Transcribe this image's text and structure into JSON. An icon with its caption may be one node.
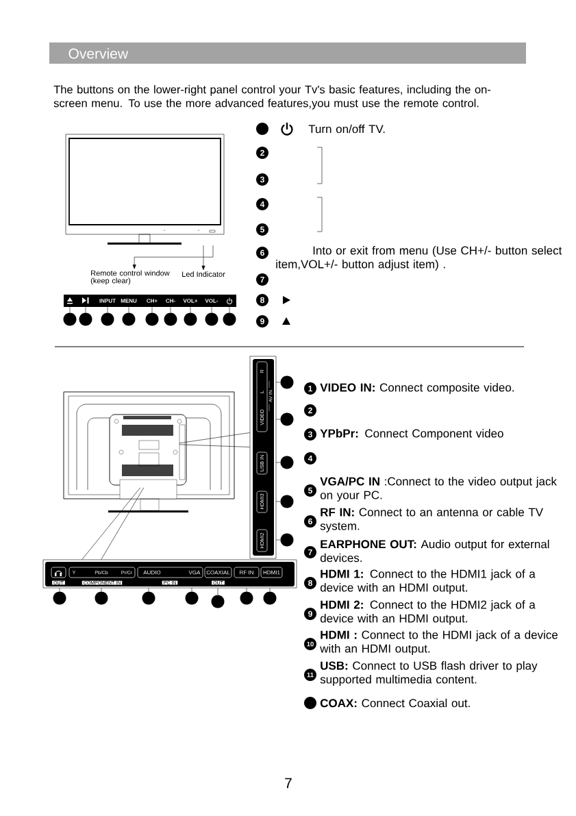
{
  "diagram": {
    "title": "Overview",
    "nodes": [
      {
        "text": [],
        "shape": "picture"
      },
      {
        "text": [
          "Remote control window (keep clear)"
        ]
      },
      {
        "text": [
          "Led Indicator"
        ]
      },
      {
        "text": [
          "INPUT",
          "MENU",
          "CH+",
          "CH-",
          "VOL+",
          "VOL-"
        ]
      },
      {
        "text": [],
        "shape": "circle"
      },
      {
        "text": [],
        "shape": "circle"
      },
      {
        "text": [],
        "shape": "circle"
      },
      {
        "text": [],
        "shape": "circle"
      },
      {
        "text": [],
        "shape": "circle"
      },
      {
        "text": [],
        "shape": "circle"
      },
      {
        "text": [],
        "shape": "circle"
      },
      {
        "text": [],
        "shape": "circle"
      },
      {
        "text": [],
        "shape": "circle"
      },
      {
        "text": [],
        "shape": "picture"
      },
      {
        "text": [
          "R",
          "L",
          "AV IN",
          "VIDEO",
          "USB IN",
          "HDMI3",
          "HDMI2"
        ]
      },
      {
        "text": [],
        "shape": "circle"
      },
      {
        "text": [],
        "shape": "circle"
      },
      {
        "text": [],
        "shape": "circle"
      },
      {
        "text": [],
        "shape": "circle"
      },
      {
        "text": [],
        "shape": "circle"
      },
      {
        "text": [
          "OUT",
          "Y",
          "Pb/Cb",
          "Pr/Cr",
          "COMPONENT IN",
          "AUDIO",
          "VGA",
          "PC IN",
          "COAXIAL",
          "OUT",
          "RF IN",
          "HDMI1"
        ]
      },
      {
        "text": [],
        "shape": "circle"
      },
      {
        "text": [],
        "shape": "circle"
      },
      {
        "text": [],
        "shape": "circle"
      },
      {
        "text": [],
        "shape": "circle"
      },
      {
        "text": [],
        "shape": "circle"
      },
      {
        "text": [],
        "shape": "circle"
      },
      {
        "text": [],
        "shape": "circle"
      },
      {
        "text": [],
        "shape": "circle",
        "beside": [
          "Turn on/off TV."
        ]
      },
      {
        "text": [
          "2"
        ]
      },
      {
        "text": [
          "3"
        ]
      },
      {
        "text": [
          "4"
        ]
      },
      {
        "text": [
          "5"
        ]
      },
      {
        "text": [
          "6"
        ],
        "beside": [
          "Into or exit from menu (Use CH+/- button select item,VOL+/- button adjust item) ."
        ]
      },
      {
        "text": [
          "7"
        ]
      },
      {
        "text": [
          "8"
        ]
      },
      {
        "text": [
          "9"
        ]
      },
      {
        "text": [
          "1"
        ],
        "beside": [
          "**VIDEO IN:** Connect composite video."
        ]
      },
      {
        "text": [
          "2"
        ]
      },
      {
        "text": [
          "3"
        ],
        "beside": [
          "**YPbPr:** Connect Component video"
        ]
      },
      {
        "text": [
          "4"
        ]
      },
      {
        "text": [
          "5"
        ],
        "beside": [
          "**VGA/PC IN** :Connect to the video output jack on your PC."
        ]
      },
      {
        "text": [
          "6"
        ],
        "beside": [
          "**RF IN:** Connect to an antenna or cable TV system."
        ]
      },
      {
        "text": [
          "7"
        ],
        "beside": [
          "**EARPHONE OUT:** Audio output for external devices."
        ]
      },
      {
        "text": [
          "8"
        ],
        "beside": [
          "**HDMI 1:** Connect to the HDMI1 jack of a device with an HDMI output."
        ]
      },
      {
        "text": [
          "9"
        ],
        "beside": [
          "**HDMI 2:** Connect to the HDMI2 jack of a device with an HDMI output."
        ]
      },
      {
        "text": [
          "10"
        ],
        "beside": [
          "**HDMI :** Connect to the HDMI jack of a device with an HDMI output."
        ]
      },
      {
        "text": [
          "11"
        ],
        "beside": [
          "**USB:** Connect to USB flash driver to play supported multimedia content."
        ]
      },
      {
        "text": [],
        "shape": "circle",
        "beside": [
          "**COAX:** Connect Coaxial out."
        ]
      }
    ],
    "edges": [
      {
        "from": 0,
        "to": 1,
        "arrow": "to"
      },
      {
        "from": 0,
        "to": 2,
        "arrow": "to"
      },
      {
        "from": 4,
        "to": 3,
        "arrow": "none"
      },
      {
        "from": 5,
        "to": 3,
        "arrow": "none"
      },
      {
        "from": 6,
        "to": 3,
        "arrow": "none"
      },
      {
        "from": 7,
        "to": 3,
        "arrow": "none"
      },
      {
        "from": 8,
        "to": 3,
        "arrow": "none"
      },
      {
        "from": 9,
        "to": 3,
        "arrow": "none"
      },
      {
        "from": 10,
        "to": 3,
        "arrow": "none"
      },
      {
        "from": 11,
        "to": 3,
        "arrow": "none"
      },
      {
        "from": 12,
        "to": 3,
        "arrow": "none"
      },
      {
        "from": 13,
        "to": 14,
        "arrow": "none"
      },
      {
        "from": 13,
        "to": 14,
        "arrow": "none"
      },
      {
        "from": 13,
        "to": 20,
        "arrow": "none"
      },
      {
        "from": 13,
        "to": 20,
        "arrow": "none"
      },
      {
        "from": 15,
        "to": 14,
        "arrow": "none"
      },
      {
        "from": 16,
        "to": 14,
        "arrow": "none"
      },
      {
        "from": 17,
        "to": 14,
        "arrow": "none"
      },
      {
        "from": 18,
        "to": 14,
        "arrow": "none"
      },
      {
        "from": 19,
        "to": 14,
        "arrow": "none"
      },
      {
        "from": 21,
        "to": 20,
        "arrow": "none"
      },
      {
        "from": 22,
        "to": 20,
        "arrow": "none"
      },
      {
        "from": 23,
        "to": 20,
        "arrow": "none"
      },
      {
        "from": 24,
        "to": 20,
        "arrow": "none"
      },
      {
        "from": 25,
        "to": 20,
        "arrow": "none"
      },
      {
        "from": 26,
        "to": 20,
        "arrow": "none"
      },
      {
        "from": 27,
        "to": 20,
        "arrow": "none"
      }
    ],
    "labels": [
      "The buttons on the lower-right panel control your Tv's basic features, including the on-screen menu. To use the more advanced features,you must use the remote control.",
      "7"
    ]
  }
}
